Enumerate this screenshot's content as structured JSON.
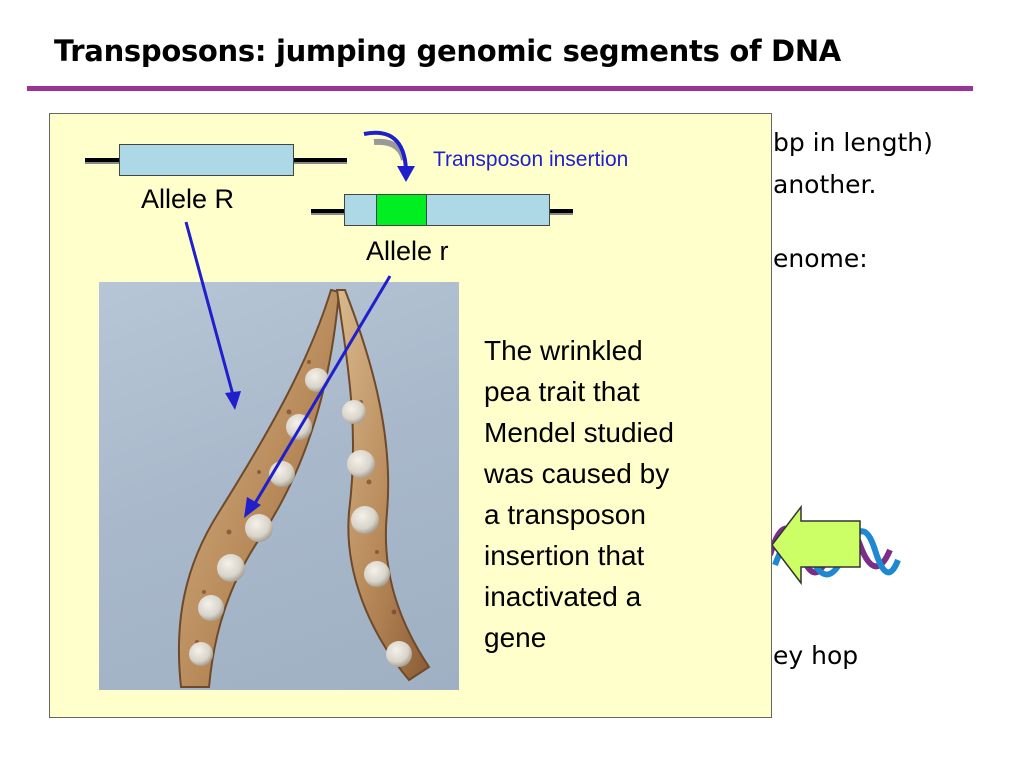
{
  "slide": {
    "title": "Transposons: jumping genomic segments of DNA"
  },
  "background_text": {
    "line1": "bp in length)",
    "line2": "another.",
    "line3": "enome:",
    "line4": "ey hop"
  },
  "overlay": {
    "allele_R": "Allele R",
    "allele_r": "Allele r",
    "insertion_label": "Transposon insertion",
    "caption_lines": [
      "The wrinkled",
      "pea trait that",
      "Mendel studied",
      "was caused by",
      "a transposon",
      "insertion that",
      "inactivated a",
      "gene"
    ]
  },
  "colors": {
    "title_rule": "#993399",
    "panel_bg": "#ffffcc",
    "gene": "#add8e6",
    "transposon": "#00ee22",
    "arrow_blue": "#1f1fcc",
    "wave_purple": "#7a2e8a",
    "wave_blue": "#1e88d0",
    "callout_arrow": "#ccff66"
  },
  "icons": {
    "insertion_arrow": "curved-down-arrow-icon",
    "callout_arrow": "left-arrow-icon"
  }
}
